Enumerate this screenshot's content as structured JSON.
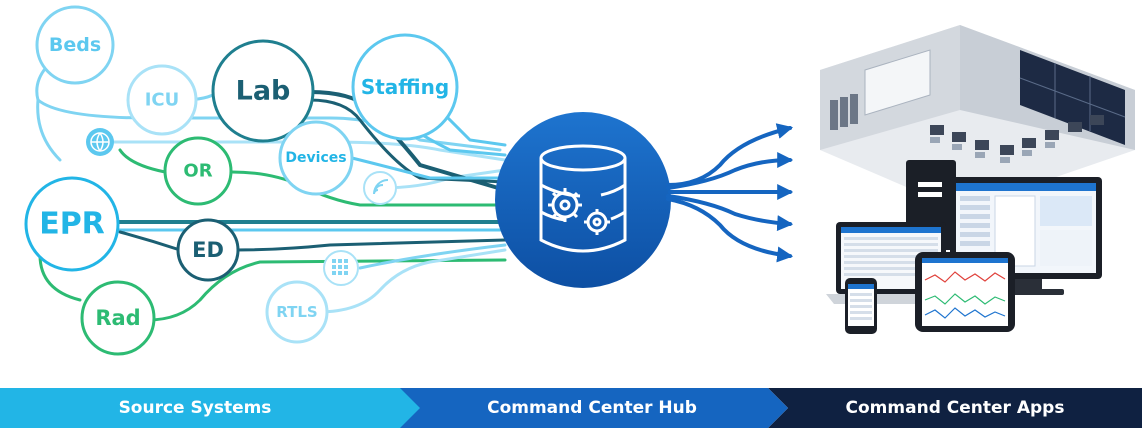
{
  "sources": {
    "beds": "Beds",
    "icu": "ICU",
    "lab": "Lab",
    "staffing": "Staffing",
    "devices": "Devices",
    "or": "OR",
    "epr": "EPR",
    "ed": "ED",
    "rtls": "RTLS",
    "rad": "Rad"
  },
  "banner": {
    "source_systems": "Source Systems",
    "command_center_hub": "Command Center Hub",
    "command_center_apps": "Command Center Apps"
  },
  "colors": {
    "light_blue": "#5cc8ef",
    "teal": "#1f7f8f",
    "dark_teal": "#1b5f73",
    "green": "#2dbb73",
    "hub_blue": "#1565c0",
    "navy": "#0f2141",
    "banner_light": "#22b5e6"
  },
  "icons": [
    "globe-icon",
    "wifi-signal-icon",
    "rtls-grid-icon",
    "gears-database-icon",
    "command-center-room-illustration",
    "devices-illustration"
  ]
}
